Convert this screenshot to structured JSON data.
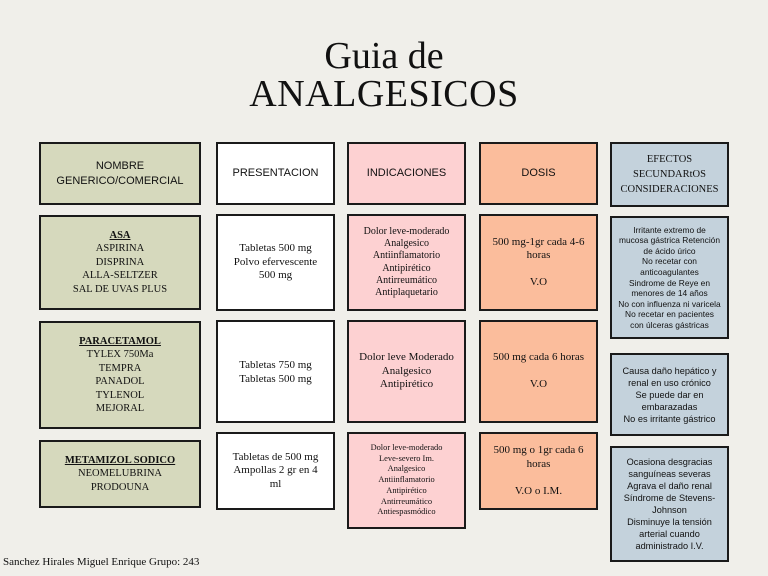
{
  "title": {
    "line1": "Guia de",
    "line2": "ANALGESICOS"
  },
  "headers": {
    "nombre": [
      "NOMBRE",
      "GENERICO/COMERCIAL"
    ],
    "presentacion": "PRESENTACION",
    "indicaciones": "INDICACIONES",
    "dosis": "DOSIS",
    "efectos": [
      "EFECTOS",
      "SECUNDARtOS",
      "CONSIDERACIONES"
    ]
  },
  "rows": [
    {
      "nombre": {
        "generic": "ASA",
        "brands": [
          "ASPIRINA",
          "DISPRINA",
          "ALLA-SELTZER",
          "SAL DE UVAS PLUS"
        ]
      },
      "presentacion": [
        "Tabletas 500 mg",
        "Polvo efervescente",
        "500 mg"
      ],
      "indicaciones": [
        "Dolor leve-moderado",
        "Analgesico",
        "Antiinflamatorio",
        "Antipirético",
        "Antirreumático",
        "Antiplaquetario"
      ],
      "dosis": [
        "500 mg-1gr cada 4-6",
        "horas",
        "",
        "V.O"
      ],
      "efectos": [
        "Irritante extremo de",
        "mucosa gástrica Retención",
        "de ácido úrico",
        "No recetar con",
        "anticoagulantes",
        "Sindrome de Reye en",
        "menores de 14 años",
        "No con influenza ni varicela",
        "No recetar en pacientes",
        "con úlceras gástricas"
      ]
    },
    {
      "nombre": {
        "generic": "PARACETAMOL",
        "brands": [
          "TYLEX 750Ma",
          "TEMPRA",
          "PANADOL",
          "TYLENOL",
          "MEJORAL"
        ]
      },
      "presentacion": [
        "Tabletas 750 mg",
        "Tabletas 500 mg"
      ],
      "indicaciones": [
        "Dolor leve Moderado",
        "Analgesico",
        "Antipirético"
      ],
      "dosis": [
        "500 mg cada 6 horas",
        "",
        "V.O"
      ],
      "efectos": [
        "Causa daño hepático y",
        "renal en uso crónico",
        "Se puede dar en",
        "embarazadas",
        "No es irritante gástrico"
      ]
    },
    {
      "nombre": {
        "generic": "METAMIZOL SODICO",
        "brands": [
          "NEOMELUBRINA",
          "PRODOUNA"
        ]
      },
      "presentacion": [
        "Tabletas de 500 mg",
        "Ampollas 2 gr en 4",
        "ml"
      ],
      "indicaciones": [
        "Dolor leve-moderado",
        "Leve-severo Im.",
        "Analgesico",
        "Antiinflamatorio",
        "Antipirético",
        "Antirreumático",
        "Antiespasmódico"
      ],
      "dosis": [
        "500 mg o 1gr cada 6",
        "horas",
        "",
        "V.O o I.M."
      ],
      "efectos": [
        "Ocasiona desgracias",
        "sanguíneas severas",
        "Agrava el daño renal",
        "Síndrome de Stevens-",
        "Johnson",
        "Disminuye la tensión",
        "arterial cuando",
        "administrado I.V."
      ]
    }
  ],
  "footer": "Sanchez Hirales Miguel Enrique Grupo: 243"
}
